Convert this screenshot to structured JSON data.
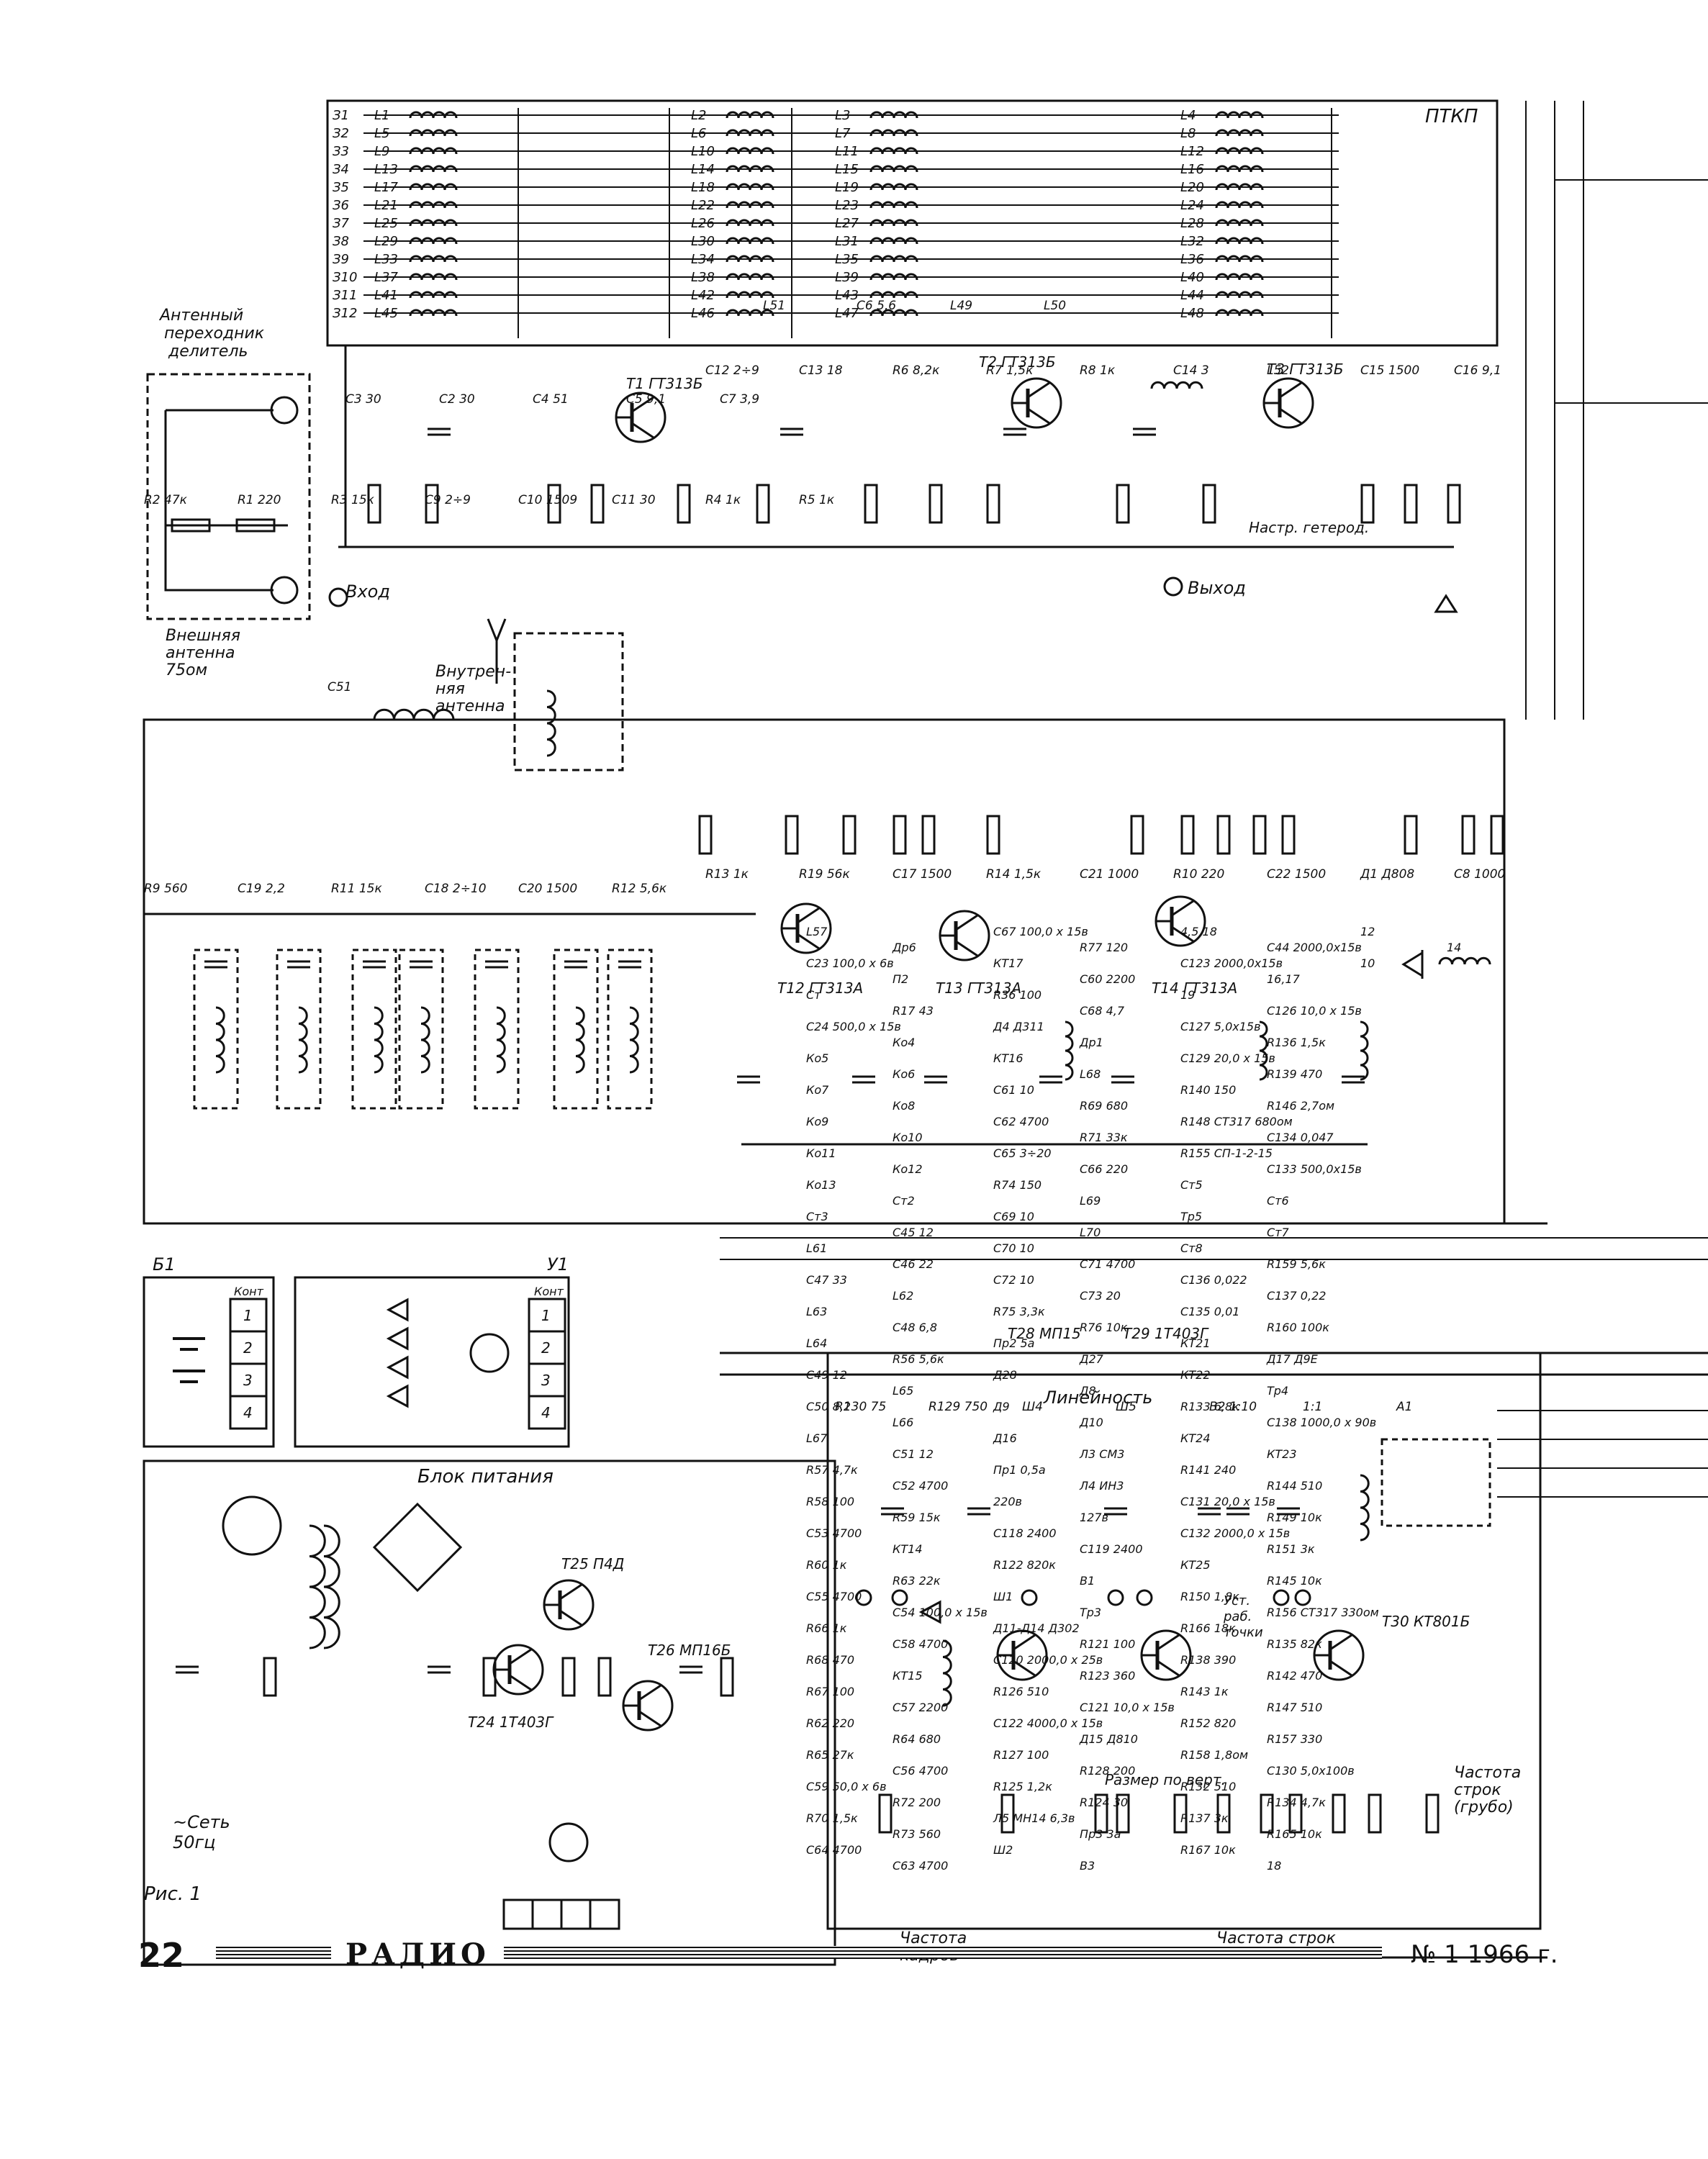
{
  "diagram": {
    "blocks": {
      "ptkp": "ПТКП",
      "antenna_adapter": [
        "Антенный",
        "переходник",
        "делитель"
      ],
      "external_antenna": [
        "Внешняя",
        "антенна",
        "75ом"
      ],
      "internal_antenna": [
        "Внутрен-",
        "няя",
        "антенна"
      ],
      "power_supply": "Блок питания",
      "u1": "У1",
      "b1": "Б1",
      "kont": "Конт",
      "input": "Вход",
      "output": "Выход",
      "linearity": "Линейность",
      "frame_freq": [
        "Частота",
        "кадров"
      ],
      "line_freq": "Частота строк",
      "line_freq_coarse": [
        "Частота",
        "строк",
        "(грубо)"
      ],
      "frame_size": "Размер по верт.",
      "set_point": [
        "Уст.",
        "раб.",
        "точки"
      ],
      "heterodyne": "Настр. гетерод.",
      "mains": [
        "~Сеть",
        "50гц"
      ],
      "fig": "Рис. 1"
    },
    "switch_positions": [
      "З1",
      "З2",
      "З3",
      "З4",
      "З5",
      "З6",
      "З7",
      "З8",
      "З9",
      "З10",
      "З11",
      "З12"
    ],
    "coil_rows": [
      [
        "L1",
        "L2",
        "L3",
        "L4"
      ],
      [
        "L5",
        "L6",
        "L7",
        "L8"
      ],
      [
        "L9",
        "L10",
        "L11",
        "L12"
      ],
      [
        "L13",
        "L14",
        "L15",
        "L16"
      ],
      [
        "L17",
        "L18",
        "L19",
        "L20"
      ],
      [
        "L21",
        "L22",
        "L23",
        "L24"
      ],
      [
        "L25",
        "L26",
        "L27",
        "L28"
      ],
      [
        "L29",
        "L30",
        "L31",
        "L32"
      ],
      [
        "L33",
        "L34",
        "L35",
        "L36"
      ],
      [
        "L37",
        "L38",
        "L39",
        "L40"
      ],
      [
        "L41",
        "L42",
        "L43",
        "L44"
      ],
      [
        "L45",
        "L46",
        "L47",
        "L48"
      ]
    ],
    "transistors": [
      {
        "id": "T1",
        "type": "ГТ313Б"
      },
      {
        "id": "T2",
        "type": "ГТ313Б"
      },
      {
        "id": "T3",
        "type": "ГТ313Б"
      },
      {
        "id": "T12",
        "type": "ГТ313А"
      },
      {
        "id": "T13",
        "type": "ГТ313А"
      },
      {
        "id": "T14",
        "type": "ГТ313А"
      },
      {
        "id": "T24",
        "type": "1Т403Г"
      },
      {
        "id": "T25",
        "type": "П4Д"
      },
      {
        "id": "T26",
        "type": "МП16Б"
      },
      {
        "id": "T28",
        "type": "МП15"
      },
      {
        "id": "T29",
        "type": "1Т403Г"
      },
      {
        "id": "T30",
        "type": "КТ801Б"
      }
    ],
    "components": [
      "C51",
      "C3 30",
      "C2 30",
      "C4 51",
      "C5 9,1",
      "C7 3,9",
      "L51",
      "C6 5,6",
      "L49",
      "L50",
      "R2 47к",
      "R1 220",
      "R3 15к",
      "C9 2÷9",
      "C10 1509",
      "C11 30",
      "R4 1к",
      "R5 1к",
      "C12 2÷9",
      "C13 18",
      "R6 8,2к",
      "R7 1,5к",
      "R8 1к",
      "C14 3",
      "L52",
      "C15 1500",
      "C16 9,1",
      "R9 560",
      "C19 2,2",
      "R11 15к",
      "C18 2÷10",
      "C20 1500",
      "R12 5,6к",
      "R13 1к",
      "R19 56к",
      "C17 1500",
      "R14 1,5к",
      "C21 1000",
      "R10 220",
      "C22 1500",
      "Д1 Д808",
      "C8 1000",
      "R130 75",
      "R129 750",
      "Ш4",
      "Ш5",
      "В2 1:10",
      "1:1",
      "А1",
      "L57",
      "Др6",
      "C23 100,0 х 6в",
      "П2",
      "Ст",
      "R17 43",
      "C24 500,0 х 15в",
      "Ко4",
      "Ко5",
      "Ко6",
      "Ко7",
      "Ко8",
      "Ко9",
      "Ко10",
      "Ко11",
      "Ко12",
      "Ко13",
      "Ст2",
      "Ст3",
      "C45 12",
      "L61",
      "C46 22",
      "C47 33",
      "L62",
      "L63",
      "C48 6,8",
      "L64",
      "R56 5,6к",
      "C49 12",
      "L65",
      "C50 8,2",
      "L66",
      "L67",
      "C51 12",
      "R57 4,7к",
      "C52 4700",
      "R58 100",
      "R59 15к",
      "C53 4700",
      "КТ14",
      "R60 1к",
      "R63 22к",
      "C55 4700",
      "C54 100,0 х 15в",
      "R66 1к",
      "C58 4700",
      "R68 470",
      "КТ15",
      "R67 100",
      "C57 2200",
      "R62 220",
      "R64 680",
      "R65 27к",
      "C56 4700",
      "C59 50,0 х 6в",
      "R72 200",
      "R70 1,5к",
      "R73 560",
      "C64 4700",
      "C63 4700",
      "C67 100,0 х 15в",
      "R77 120",
      "КТ17",
      "C60 2200",
      "R36 100",
      "C68 4,7",
      "Д4 Д311",
      "Др1",
      "КТ16",
      "L68",
      "C61 10",
      "R69 680",
      "C62 4700",
      "R71 33к",
      "C65 3÷20",
      "C66 220",
      "R74 150",
      "L69",
      "C69 10",
      "L70",
      "C70 10",
      "C71 4700",
      "C72 10",
      "C73 20",
      "R75 3,3к",
      "R76 10к",
      "Пр2 5а",
      "Д27",
      "Д28",
      "Д8",
      "Д9",
      "Д10",
      "Д16",
      "Л3 СМ3",
      "Пр1 0,5а",
      "Л4 ИН3",
      "220в",
      "127в",
      "C118 2400",
      "C119 2400",
      "R122 820к",
      "В1",
      "Ш1",
      "Тр3",
      "Д11-Д14 Д302",
      "R121 100",
      "C120 2000,0 х 25в",
      "R123 360",
      "R126 510",
      "C121 10,0 х 15в",
      "C122 4000,0 х 15в",
      "Д15 Д810",
      "R127 100",
      "R128 200",
      "R125 1,2к",
      "R124 30",
      "Л5 МН14 6,3в",
      "Пр3 3а",
      "Ш2",
      "В3",
      "4,5,18",
      "C44 2000,0х15в",
      "C123 2000,0х15в",
      "16,17",
      "19",
      "C126 10,0 х 15в",
      "C127 5,0х15в",
      "R136 1,5к",
      "C129 20,0 х 15в",
      "R139 470",
      "R140 150",
      "R146 2,7ом",
      "R148 СТ317 680ом",
      "C134 0,047",
      "R155 СП-1-2-15",
      "C133 500,0х15в",
      "Ст5",
      "Ст6",
      "Тр5",
      "Ст7",
      "Ст8",
      "R159 5,6к",
      "C136 0,022",
      "C137 0,22",
      "C135 0,01",
      "R160 100к",
      "КТ21",
      "Д17 Д9Е",
      "КТ22",
      "Тр4",
      "R133 6,8к",
      "C138 1000,0 х 90в",
      "КТ24",
      "КТ23",
      "R141 240",
      "R144 510",
      "C131 20,0 х 15в",
      "R149 10к",
      "C132 2000,0 х 15в",
      "R151 3к",
      "КТ25",
      "R145 10к",
      "R150 1,8к",
      "R156 СТ317 330ом",
      "R166 18к",
      "R135 82к",
      "R138 390",
      "R142 470",
      "R143 1к",
      "R147 510",
      "R152 820",
      "R157 330",
      "R158 1,8ом",
      "C130 5,0х100в",
      "R132 510",
      "R134 4,7к",
      "R137 3к",
      "R165 10к",
      "R167 10к",
      "18",
      "12",
      "14",
      "10"
    ]
  },
  "footer": {
    "page_number": "22",
    "journal": "РАДИО",
    "issue": "№ 1 1966 г."
  }
}
